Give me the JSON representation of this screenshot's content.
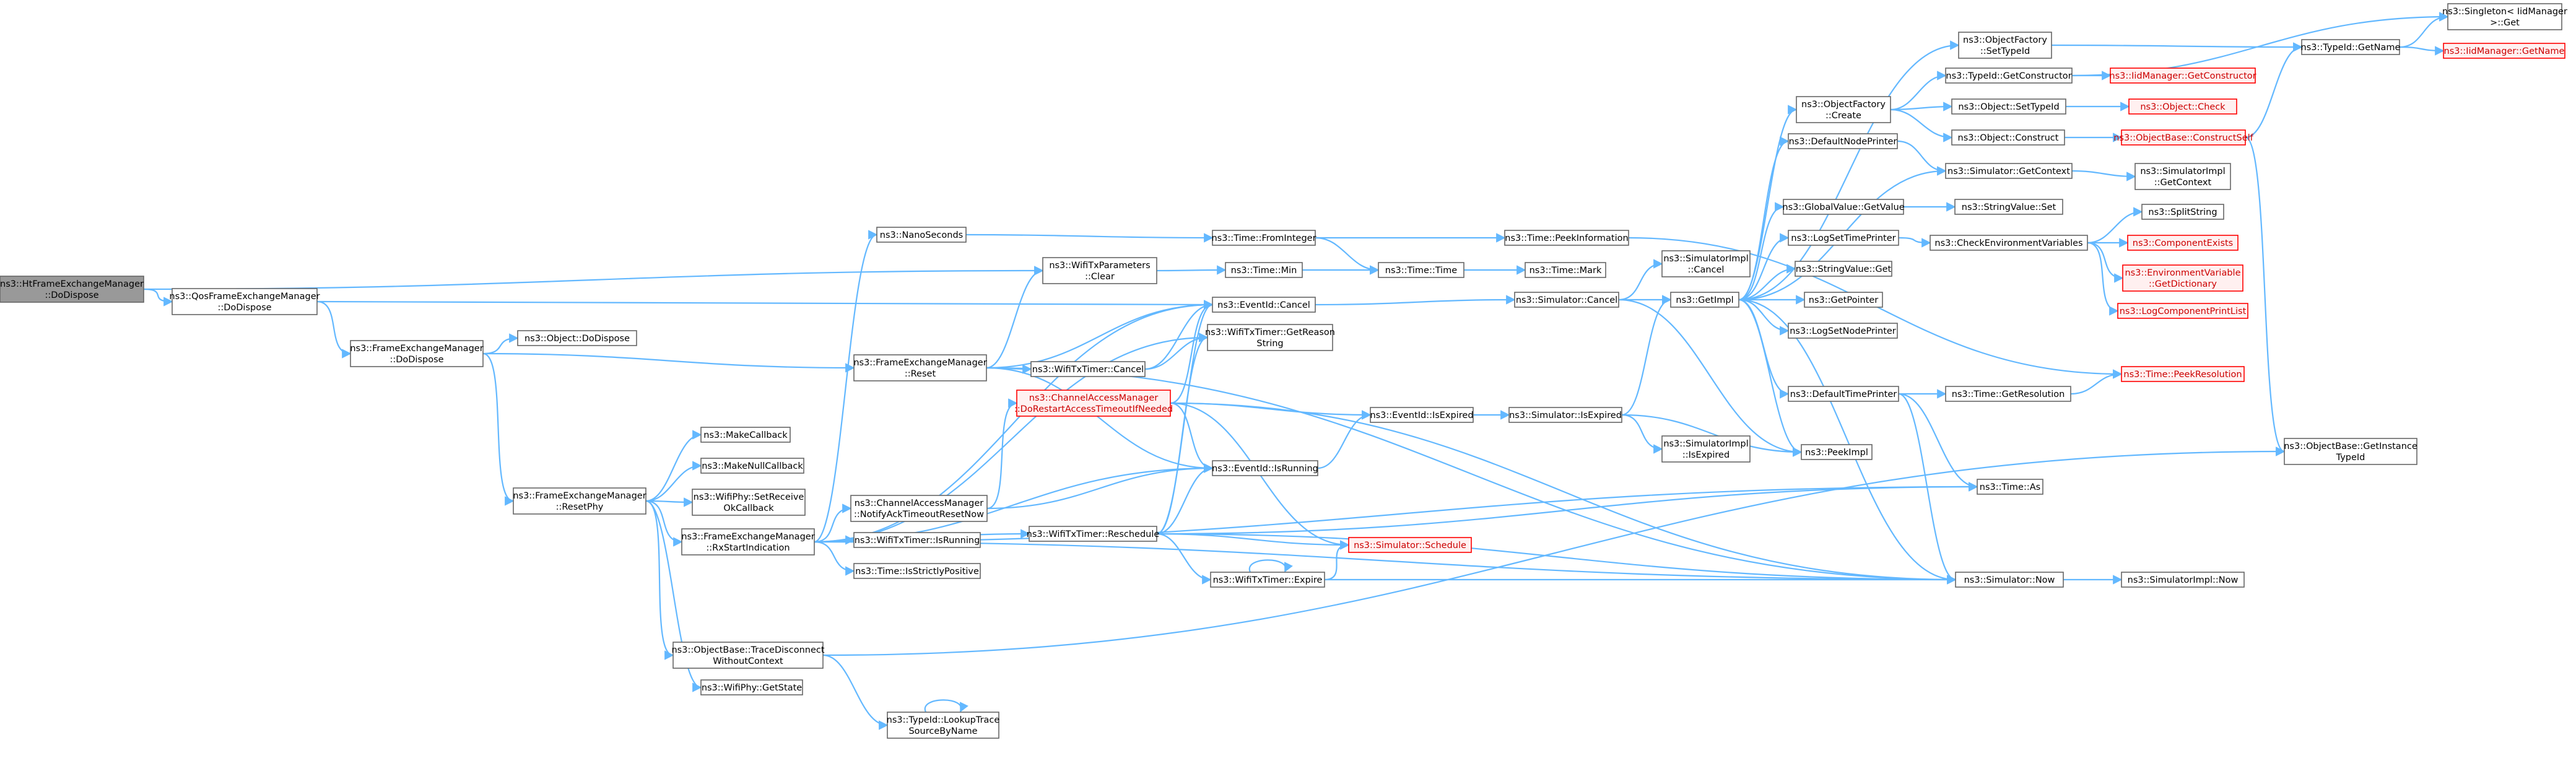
{
  "colors": {
    "edge": "#63b8ff",
    "border": "#666666",
    "root_fill": "#999999",
    "truncated_border": "#ff0000",
    "truncated_text": "#cc0000"
  },
  "nodes": [
    {
      "id": "n_hit_dispose",
      "lines": [
        "ns3::HtFrameExchangeManager",
        "::DoDispose"
      ],
      "style": "root"
    },
    {
      "id": "n_qos_dispose",
      "lines": [
        "ns3::QosFrameExchangeManager",
        "::DoDispose"
      ]
    },
    {
      "id": "n_fem_dispose",
      "lines": [
        "ns3::FrameExchangeManager",
        "::DoDispose"
      ]
    },
    {
      "id": "n_obj_dispose",
      "lines": [
        "ns3::Object::DoDispose"
      ]
    },
    {
      "id": "n_fem_resetphy",
      "lines": [
        "ns3::FrameExchangeManager",
        "::ResetPhy"
      ]
    },
    {
      "id": "n_make_cb",
      "lines": [
        "ns3::MakeCallback"
      ]
    },
    {
      "id": "n_make_null_cb",
      "lines": [
        "ns3::MakeNullCallback"
      ]
    },
    {
      "id": "n_phy_setreceive",
      "lines": [
        "ns3::WifiPhy::SetReceive",
        "OkCallback"
      ]
    },
    {
      "id": "n_fem_rxstart",
      "lines": [
        "ns3::FrameExchangeManager",
        "::RxStartIndication"
      ]
    },
    {
      "id": "n_trace_disconnect",
      "lines": [
        "ns3::ObjectBase::TraceDisconnect",
        "WithoutContext"
      ]
    },
    {
      "id": "n_phy_getstate",
      "lines": [
        "ns3::WifiPhy::GetState"
      ]
    },
    {
      "id": "n_lookup_trace",
      "lines": [
        "ns3::TypeId::LookupTrace",
        "SourceByName"
      ]
    },
    {
      "id": "n_nanoseconds",
      "lines": [
        "ns3::NanoSeconds"
      ]
    },
    {
      "id": "n_txparams_clear",
      "lines": [
        "ns3::WifiTxParameters",
        "::Clear"
      ]
    },
    {
      "id": "n_fem_reset",
      "lines": [
        "ns3::FrameExchangeManager",
        "::Reset"
      ]
    },
    {
      "id": "n_cam_notify",
      "lines": [
        "ns3::ChannelAccessManager",
        "::NotifyAckTimeoutResetNow"
      ]
    },
    {
      "id": "n_txtimer_isrunning",
      "lines": [
        "ns3::WifiTxTimer::IsRunning"
      ]
    },
    {
      "id": "n_time_strictpos",
      "lines": [
        "ns3::Time::IsStrictlyPositive"
      ]
    },
    {
      "id": "n_time_frominteger",
      "lines": [
        "ns3::Time::FromInteger"
      ]
    },
    {
      "id": "n_time_min",
      "lines": [
        "ns3::Time::Min"
      ]
    },
    {
      "id": "n_eventid_cancel",
      "lines": [
        "ns3::EventId::Cancel"
      ]
    },
    {
      "id": "n_txtimer_cancel",
      "lines": [
        "ns3::WifiTxTimer::Cancel"
      ]
    },
    {
      "id": "n_txtimer_getreason",
      "lines": [
        "ns3::WifiTxTimer::GetReason",
        "String"
      ]
    },
    {
      "id": "n_cam_dorestart",
      "lines": [
        "ns3::ChannelAccessManager",
        "::DoRestartAccessTimeoutIfNeeded"
      ],
      "style": "red"
    },
    {
      "id": "n_eventid_isrunning",
      "lines": [
        "ns3::EventId::IsRunning"
      ]
    },
    {
      "id": "n_txtimer_reschedule",
      "lines": [
        "ns3::WifiTxTimer::Reschedule"
      ]
    },
    {
      "id": "n_txtimer_expire",
      "lines": [
        "ns3::WifiTxTimer::Expire"
      ]
    },
    {
      "id": "n_time_peekinfo",
      "lines": [
        "ns3::Time::PeekInformation"
      ]
    },
    {
      "id": "n_time_time",
      "lines": [
        "ns3::Time::Time"
      ]
    },
    {
      "id": "n_time_mark",
      "lines": [
        "ns3::Time::Mark"
      ]
    },
    {
      "id": "n_sim_cancel",
      "lines": [
        "ns3::Simulator::Cancel"
      ]
    },
    {
      "id": "n_eventid_isexpired",
      "lines": [
        "ns3::EventId::IsExpired"
      ]
    },
    {
      "id": "n_sim_schedule",
      "lines": [
        "ns3::Simulator::Schedule"
      ],
      "style": "red"
    },
    {
      "id": "n_simimpl_cancel",
      "lines": [
        "ns3::SimulatorImpl",
        "::Cancel"
      ]
    },
    {
      "id": "n_sim_isexpired",
      "lines": [
        "ns3::Simulator::IsExpired"
      ]
    },
    {
      "id": "n_simimpl_isexpired",
      "lines": [
        "ns3::SimulatorImpl",
        "::IsExpired"
      ]
    },
    {
      "id": "n_getimpl",
      "lines": [
        "ns3::GetImpl"
      ]
    },
    {
      "id": "n_peekimpl",
      "lines": [
        "ns3::PeekImpl"
      ]
    },
    {
      "id": "n_objfactory_settypeid",
      "lines": [
        "ns3::ObjectFactory",
        "::SetTypeId"
      ]
    },
    {
      "id": "n_objfactory_create",
      "lines": [
        "ns3::ObjectFactory",
        "::Create"
      ]
    },
    {
      "id": "n_default_nodeprinter",
      "lines": [
        "ns3::DefaultNodePrinter"
      ]
    },
    {
      "id": "n_globalvalue_getvalue",
      "lines": [
        "ns3::GlobalValue::GetValue"
      ]
    },
    {
      "id": "n_logset_timeprinter",
      "lines": [
        "ns3::LogSetTimePrinter"
      ]
    },
    {
      "id": "n_stringvalue_get",
      "lines": [
        "ns3::StringValue::Get"
      ]
    },
    {
      "id": "n_getpointer",
      "lines": [
        "ns3::GetPointer"
      ]
    },
    {
      "id": "n_logset_nodeprinter",
      "lines": [
        "ns3::LogSetNodePrinter"
      ]
    },
    {
      "id": "n_default_timeprinter",
      "lines": [
        "ns3::DefaultTimePrinter"
      ]
    },
    {
      "id": "n_typeid_getconstructor",
      "lines": [
        "ns3::TypeId::GetConstructor"
      ]
    },
    {
      "id": "n_object_settypeid",
      "lines": [
        "ns3::Object::SetTypeId"
      ]
    },
    {
      "id": "n_object_construct",
      "lines": [
        "ns3::Object::Construct"
      ]
    },
    {
      "id": "n_sim_getcontext",
      "lines": [
        "ns3::Simulator::GetContext"
      ]
    },
    {
      "id": "n_stringvalue_set",
      "lines": [
        "ns3::StringValue::Set"
      ]
    },
    {
      "id": "n_check_env",
      "lines": [
        "ns3::CheckEnvironmentVariables"
      ]
    },
    {
      "id": "n_time_getresolution",
      "lines": [
        "ns3::Time::GetResolution"
      ]
    },
    {
      "id": "n_time_as",
      "lines": [
        "ns3::Time::As"
      ]
    },
    {
      "id": "n_sim_now",
      "lines": [
        "ns3::Simulator::Now"
      ]
    },
    {
      "id": "n_iidmgr_getconstructor",
      "lines": [
        "ns3::IidManager::GetConstructor"
      ],
      "style": "red"
    },
    {
      "id": "n_object_check",
      "lines": [
        "ns3::Object::Check"
      ],
      "style": "red"
    },
    {
      "id": "n_objbase_constructself",
      "lines": [
        "ns3::ObjectBase::ConstructSelf"
      ],
      "style": "red"
    },
    {
      "id": "n_simimpl_getcontext",
      "lines": [
        "ns3::SimulatorImpl",
        "::GetContext"
      ]
    },
    {
      "id": "n_splitstring",
      "lines": [
        "ns3::SplitString"
      ]
    },
    {
      "id": "n_component_exists",
      "lines": [
        "ns3::ComponentExists"
      ],
      "style": "red"
    },
    {
      "id": "n_env_getdict",
      "lines": [
        "ns3::EnvironmentVariable",
        "::GetDictionary"
      ],
      "style": "red"
    },
    {
      "id": "n_log_printlist",
      "lines": [
        "ns3::LogComponentPrintList"
      ],
      "style": "red"
    },
    {
      "id": "n_time_peekresolution",
      "lines": [
        "ns3::Time::PeekResolution"
      ],
      "style": "red"
    },
    {
      "id": "n_simimpl_now",
      "lines": [
        "ns3::SimulatorImpl::Now"
      ]
    },
    {
      "id": "n_typeid_getname",
      "lines": [
        "ns3::TypeId::GetName"
      ]
    },
    {
      "id": "n_singleton_get",
      "lines": [
        "ns3::Singleton< IidManager",
        ">::Get"
      ]
    },
    {
      "id": "n_iidmgr_getname",
      "lines": [
        "ns3::IidManager::GetName"
      ],
      "style": "red"
    },
    {
      "id": "n_objbase_getinstance",
      "lines": [
        "ns3::ObjectBase::GetInstance",
        "TypeId"
      ]
    }
  ]
}
